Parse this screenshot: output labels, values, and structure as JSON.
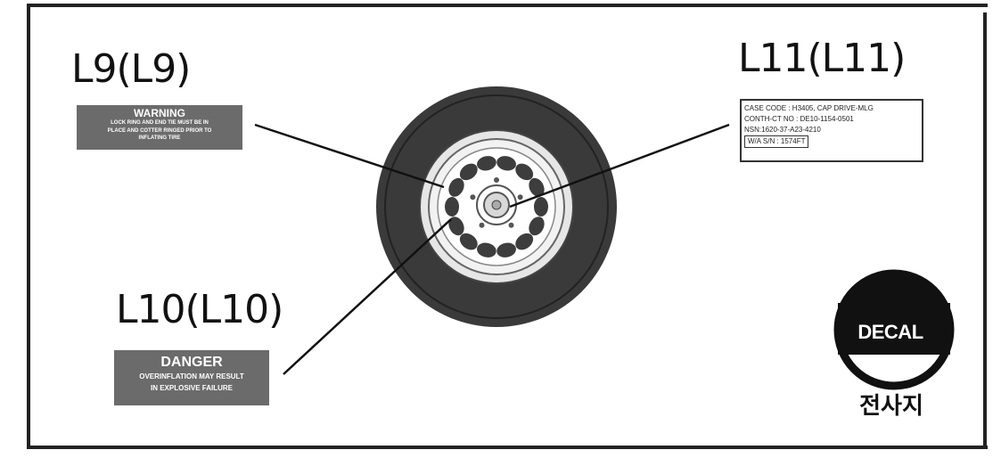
{
  "labels": {
    "l9": {
      "title": "L9(L9)",
      "heading": "WARNING",
      "lines": [
        "LOCK RING AND END TIE MUST BE IN",
        "PLACE AND COTTER RINGED PRIOR TO",
        "INFLATING TIRE"
      ]
    },
    "l10": {
      "title": "L10(L10)",
      "heading": "DANGER",
      "lines": [
        "OVERINFLATION MAY RESULT",
        "IN EXPLOSIVE FAILURE"
      ]
    },
    "l11": {
      "title": "L11(L11)",
      "lines": [
        "CASE CODE : H3405, CAP DRIVE-MLG",
        "CONTH-CT NO : DE10-1154-0501",
        "NSN:1620-37-A23-4210",
        "W/A S/N : 1574FT"
      ]
    }
  },
  "decal": {
    "label": "DECAL",
    "caption": "전사지"
  },
  "colors": {
    "plate": "#6b6b6b",
    "ink": "#111111",
    "tire": "#3a3a3a",
    "rim": "#f2f2f2"
  }
}
